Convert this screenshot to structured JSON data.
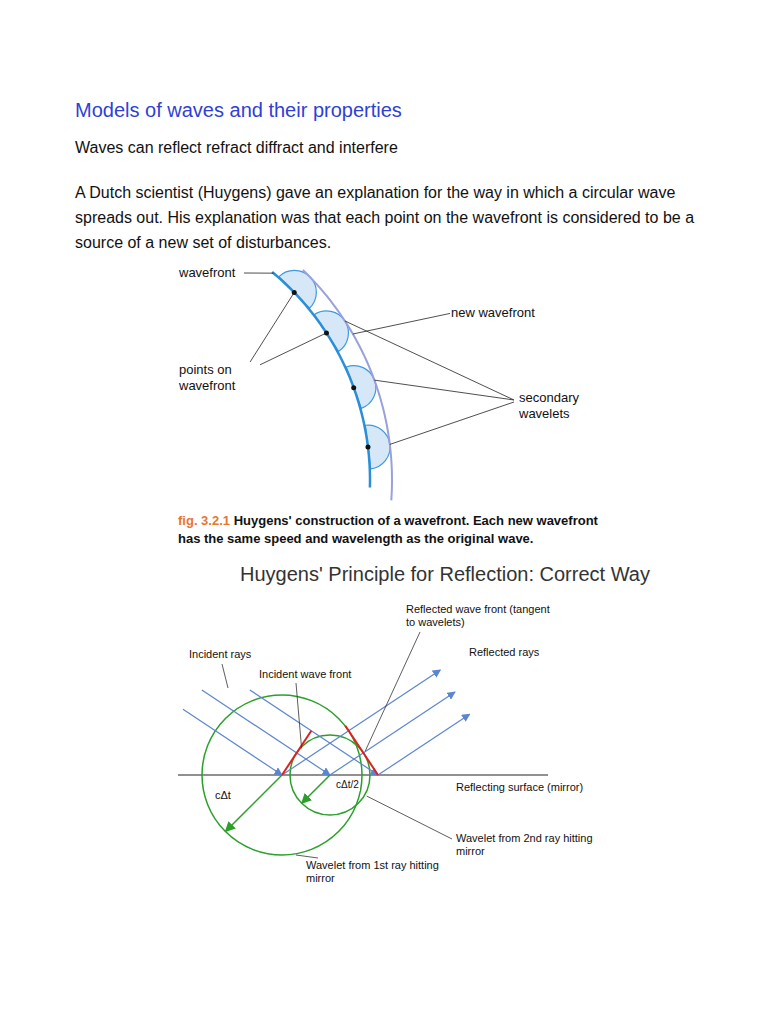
{
  "diagram": {
    "title": "Models of waves and their properties",
    "caption": "Huygens' construction of a wavefront. Each new wavefront has the same speed and wavelength as the original wave.",
    "labels": [
      "Waves can reflect refract diffract and interfere",
      "A Dutch scientist (Huygens) gave an explanation for the way in which a circular wave spreads out. His explanation was that each point on the wavefront is considered to be a source of a new set of disturbances.",
      "wavefront",
      "new wavefront",
      "points on wavefront",
      "secondary wavelets",
      "fig. 3.2.1",
      "Huygens' Principle for Reflection: Correct Way",
      "Reflected wave front (tangent to wavelets)",
      "Incident rays",
      "Incident wave front",
      "Reflected rays",
      "Reflecting surface (mirror)",
      "cΔt",
      "cΔt/2",
      "Wavelet from 1st ray hitting mirror",
      "Wavelet from 2nd ray hitting mirror"
    ]
  }
}
